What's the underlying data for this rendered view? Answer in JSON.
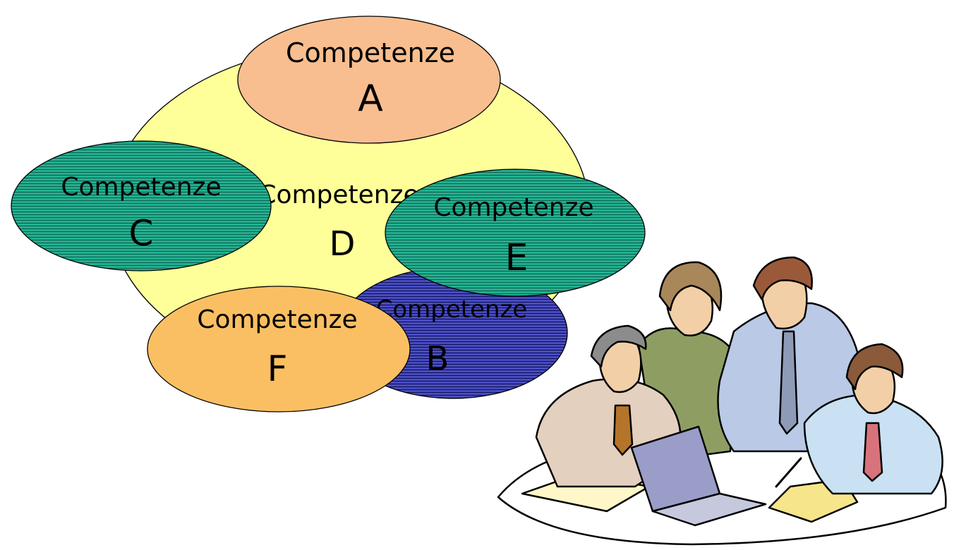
{
  "diagram": {
    "ellipses": [
      {
        "id": "D",
        "label_line1": "Competenze",
        "label_line2": "D",
        "fill": "#FFFF99",
        "pattern": "none"
      },
      {
        "id": "A",
        "label_line1": "Competenze",
        "label_line2": "A",
        "fill": "#F9BE8F",
        "pattern": "none"
      },
      {
        "id": "B",
        "label_line1": "Competenze",
        "label_line2": "B",
        "fill": "#3B3FA6",
        "pattern": "horizontal-lines"
      },
      {
        "id": "C",
        "label_line1": "Competenze",
        "label_line2": "C",
        "fill": "#1FA98A",
        "pattern": "horizontal-lines"
      },
      {
        "id": "E",
        "label_line1": "Competenze",
        "label_line2": "E",
        "fill": "#1FA98A",
        "pattern": "horizontal-lines"
      },
      {
        "id": "F",
        "label_line1": "Competenze",
        "label_line2": "F",
        "fill": "#FBBF63",
        "pattern": "none"
      }
    ]
  },
  "clipart": {
    "name": "business-team-meeting-illustration"
  }
}
